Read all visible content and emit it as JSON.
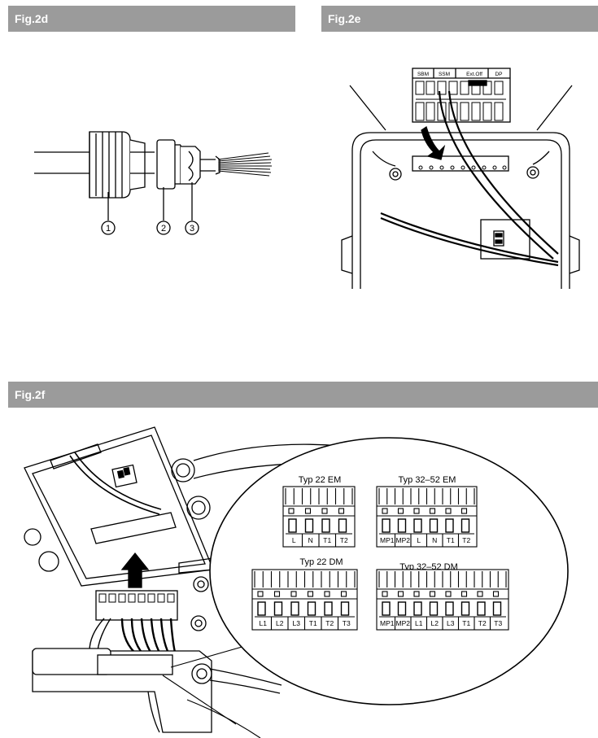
{
  "figures": {
    "fig2d": {
      "title": "Fig.2d",
      "callouts": [
        "1",
        "2",
        "3"
      ]
    },
    "fig2e": {
      "title": "Fig.2e",
      "terminal_labels": [
        "SBM",
        "SSM",
        "Ext.Off",
        "DP"
      ]
    },
    "fig2f": {
      "title": "Fig.2f",
      "connectors": [
        {
          "title": "Typ 22 EM",
          "pins": [
            "L",
            "N",
            "T1",
            "T2"
          ]
        },
        {
          "title": "Typ 32–52 EM",
          "pins": [
            "MP1",
            "MP2",
            "L",
            "N",
            "T1",
            "T2"
          ]
        },
        {
          "title": "Typ 22 DM",
          "pins": [
            "L1",
            "L2",
            "L3",
            "T1",
            "T2",
            "T3"
          ]
        },
        {
          "title": "Typ 32–52 DM",
          "pins": [
            "MP1",
            "MP2",
            "L1",
            "L2",
            "L3",
            "T1",
            "T2",
            "T3"
          ]
        }
      ]
    }
  },
  "colors": {
    "header_bar": "#9b9b9b",
    "header_text": "#ffffff",
    "line": "#000000"
  }
}
